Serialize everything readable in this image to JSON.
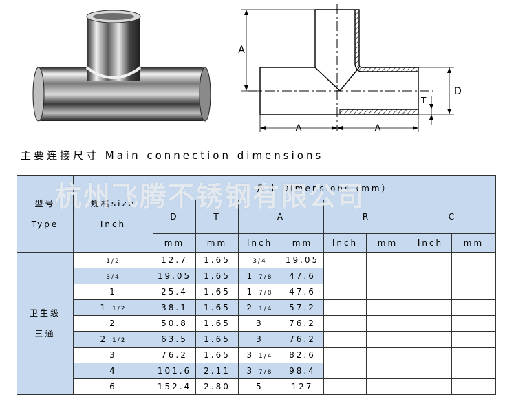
{
  "drawing": {
    "label_a": "A",
    "label_d": "D",
    "label_t": "T"
  },
  "heading": "主要连接尺寸 Main connection dimensions",
  "table": {
    "type_cn": "型号",
    "type_en": "Type",
    "size_cn": "规格size",
    "size_en": "Inch",
    "dimensions": "尺寸 Dimensions（mm）",
    "col_d": "D",
    "col_t": "T",
    "col_a": "A",
    "col_r": "R",
    "col_c": "C",
    "unit_mm": "mm",
    "unit_inch": "Inch",
    "product_line1": "卫生级",
    "product_line2": "三通",
    "rows": [
      {
        "size_whole": "",
        "size_frac": "1/2",
        "d": "12.7",
        "t": "1.65",
        "a_whole": "",
        "a_frac": "3/4",
        "a_mm": "19.05"
      },
      {
        "size_whole": "",
        "size_frac": "3/4",
        "d": "19.05",
        "t": "1.65",
        "a_whole": "1",
        "a_frac": "7/8",
        "a_mm": "47.6"
      },
      {
        "size_whole": "1",
        "size_frac": "",
        "d": "25.4",
        "t": "1.65",
        "a_whole": "1",
        "a_frac": "7/8",
        "a_mm": "47.6"
      },
      {
        "size_whole": "1",
        "size_frac": "1/2",
        "d": "38.1",
        "t": "1.65",
        "a_whole": "2",
        "a_frac": "1/4",
        "a_mm": "57.2"
      },
      {
        "size_whole": "2",
        "size_frac": "",
        "d": "50.8",
        "t": "1.65",
        "a_whole": "3",
        "a_frac": "",
        "a_mm": "76.2"
      },
      {
        "size_whole": "2",
        "size_frac": "1/2",
        "d": "63.5",
        "t": "1.65",
        "a_whole": "3",
        "a_frac": "",
        "a_mm": "76.2"
      },
      {
        "size_whole": "3",
        "size_frac": "",
        "d": "76.2",
        "t": "1.65",
        "a_whole": "3",
        "a_frac": "1/4",
        "a_mm": "82.6"
      },
      {
        "size_whole": "4",
        "size_frac": "",
        "d": "101.6",
        "t": "2.11",
        "a_whole": "3",
        "a_frac": "7/8",
        "a_mm": "98.4"
      },
      {
        "size_whole": "6",
        "size_frac": "",
        "d": "152.4",
        "t": "2.80",
        "a_whole": "5",
        "a_frac": "",
        "a_mm": "127"
      }
    ]
  },
  "watermark": "杭州飞腾不锈钢有限公司"
}
